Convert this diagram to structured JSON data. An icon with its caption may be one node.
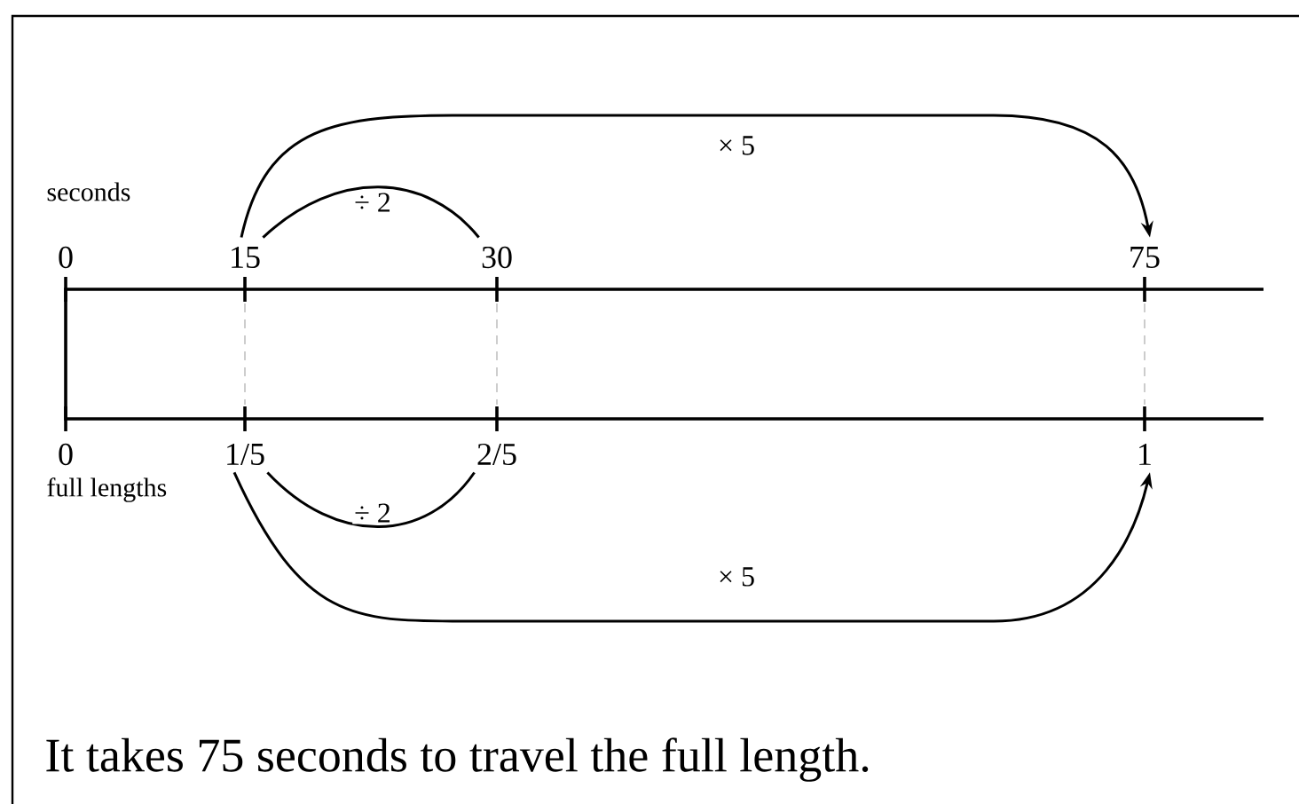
{
  "diagram": {
    "caption": "It takes 75 seconds to travel the full length.",
    "nodes": [
      {
        "text": [
          "0"
        ]
      },
      {
        "text": [
          "15"
        ]
      },
      {
        "text": [
          "30"
        ]
      },
      {
        "text": [
          "75"
        ]
      },
      {
        "text": [
          "0"
        ]
      },
      {
        "text": [
          "1/5"
        ]
      },
      {
        "text": [
          "2/5"
        ]
      },
      {
        "text": [
          "1"
        ]
      }
    ],
    "edges": [
      {
        "from": 1,
        "to": 3,
        "arrow": "to",
        "label": "× 5"
      },
      {
        "from": 1,
        "to": 2,
        "arrow": "none",
        "label": "÷ 2"
      },
      {
        "from": 5,
        "to": 6,
        "arrow": "none",
        "label": "÷ 2"
      },
      {
        "from": 5,
        "to": 7,
        "arrow": "to",
        "label": "× 5"
      }
    ],
    "labels": [
      "seconds",
      "full lengths"
    ]
  }
}
